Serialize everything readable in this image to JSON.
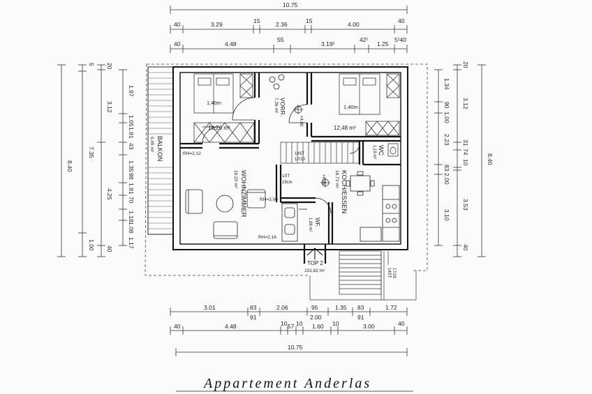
{
  "drawing": {
    "title": "Appartement Anderlas",
    "top_dims": {
      "overall": "10.75",
      "row1": [
        "40",
        "3.29",
        "15",
        "2.36",
        "15",
        "4.00",
        "40"
      ],
      "row2": [
        "40",
        "4.48",
        "55",
        "3.19¹",
        "42¹",
        "1.25",
        "5¹40"
      ]
    },
    "bottom_dims": {
      "row1": [
        "3.01",
        "83",
        "2.06",
        "95",
        "1.35",
        "83",
        "1.72"
      ],
      "row1_sub": [
        "91",
        "2.00",
        "91"
      ],
      "row2": [
        "40",
        "4.48",
        "10",
        "57",
        "10",
        "1.60",
        "10",
        "3.00",
        "40"
      ],
      "overall": "10.75"
    },
    "left_dims": {
      "outer": "8.40",
      "mid": "7.35",
      "mid_small": [
        "5",
        "1.00"
      ],
      "inner": [
        "20",
        "3.12",
        "4.25",
        "40"
      ],
      "innermost": [
        "1.97",
        "1.05",
        "1.91",
        "43",
        "1.35",
        "98",
        "1.91",
        "70",
        "1.18",
        "1.08",
        "1.17"
      ]
    },
    "right_dims": {
      "outer": "8.40",
      "inner": [
        "20",
        "3.12",
        "31",
        "74",
        "10",
        "3.53",
        "40"
      ],
      "innermost": [
        "1.34",
        "90",
        "1.00",
        "2.23",
        "83",
        "2.00",
        "3.10"
      ]
    },
    "rooms": {
      "bedroom1": {
        "bed": "1,40m",
        "area": "10,26 m²"
      },
      "bedroom2": {
        "bed": "1,40m",
        "area": "12,48 m²"
      },
      "vorraum": {
        "name": "VORR.",
        "area": "7,36 m²",
        "height": "+4.80"
      },
      "wc": {
        "name": "WC",
        "area": "1,18 m²"
      },
      "balkon": {
        "name": "BALKON",
        "area": "9,45 m²"
      },
      "wohnzimmer": {
        "name": "WOHNZIMMER",
        "area": "19,22 m²"
      },
      "kochessen": {
        "name": "KOCH/ESSEN",
        "area": "16,73 m²",
        "height": "+4.99"
      },
      "wf": {
        "name": "WF.",
        "area": "1,98 m²"
      },
      "stair_upper": {
        "text1": "14ST",
        "text2": "17/20"
      },
      "stair_mid": {
        "text1": "1ST",
        "text2": "19cm"
      },
      "stair_lower": {
        "text1": "14ST",
        "text2": "17/29"
      },
      "top2": {
        "name": "TOP 2",
        "area": "101,82 m²"
      }
    },
    "rh_labels": {
      "rh1": "RH=2,12",
      "rh2": "RH=3,00",
      "rh3": "RH=2,16"
    }
  }
}
